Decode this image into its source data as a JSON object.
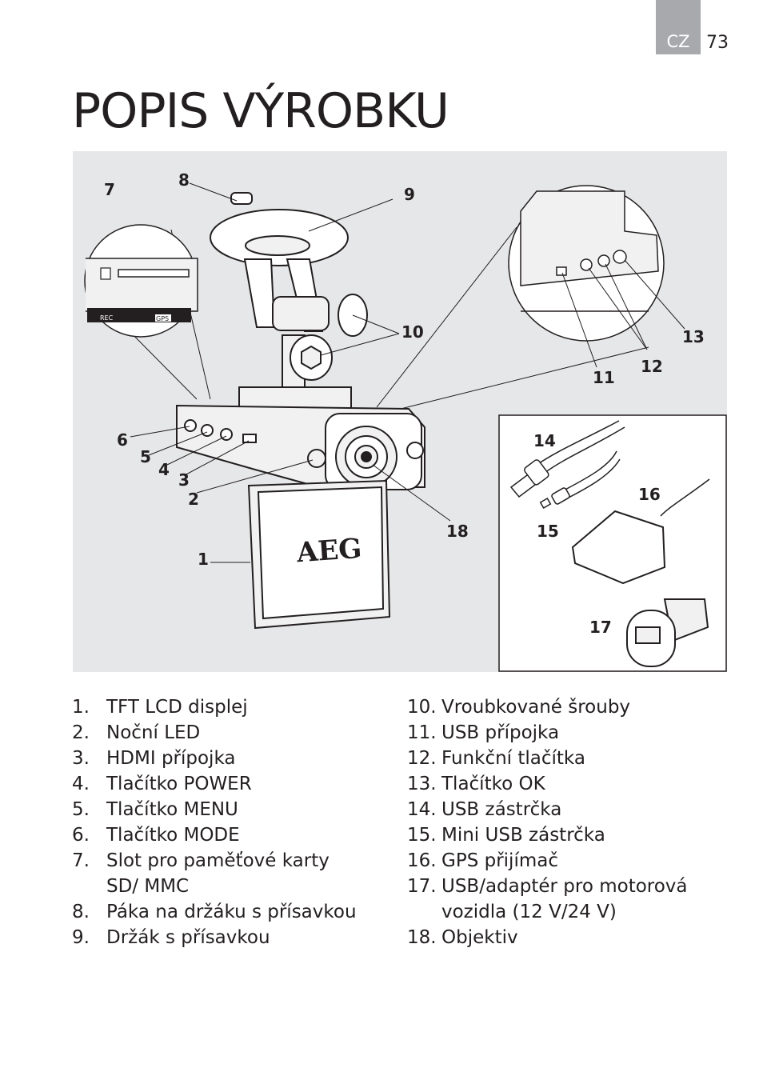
{
  "header": {
    "lang": "CZ",
    "page_number": "73"
  },
  "title": "POPIS VÝROBKU",
  "figure": {
    "callouts": [
      "1",
      "2",
      "3",
      "4",
      "5",
      "6",
      "7",
      "8",
      "9",
      "10",
      "11",
      "12",
      "13",
      "14",
      "15",
      "16",
      "17",
      "18"
    ],
    "brand": "AEG",
    "rec_label": "REC",
    "gps_label": "GPS"
  },
  "parts_left": [
    {
      "num": "1.",
      "text": "TFT LCD displej"
    },
    {
      "num": "2.",
      "text": "Noční LED"
    },
    {
      "num": "3.",
      "text": "HDMI přípojka"
    },
    {
      "num": "4.",
      "text": "Tlačítko POWER"
    },
    {
      "num": "5.",
      "text": "Tlačítko MENU"
    },
    {
      "num": "6.",
      "text": "Tlačítko MODE"
    },
    {
      "num": "7.",
      "text": "Slot pro paměťové karty SD/ MMC"
    },
    {
      "num": "8.",
      "text": "Páka na držáku s přísavkou"
    },
    {
      "num": "9.",
      "text": "Držák s přísavkou"
    }
  ],
  "parts_right": [
    {
      "num": "10.",
      "text": "Vroubkované šrouby"
    },
    {
      "num": "11.",
      "text": "USB přípojka"
    },
    {
      "num": "12.",
      "text": "Funkční tlačítka"
    },
    {
      "num": "13.",
      "text": "Tlačítko OK"
    },
    {
      "num": "14.",
      "text": "USB zástrčka"
    },
    {
      "num": "15.",
      "text": "Mini USB zástrčka"
    },
    {
      "num": "16.",
      "text": "GPS přijímač"
    },
    {
      "num": "17.",
      "text": "USB/adaptér pro motorová vozidla (12 V/24 V)"
    },
    {
      "num": "18.",
      "text": "Objektiv"
    }
  ]
}
